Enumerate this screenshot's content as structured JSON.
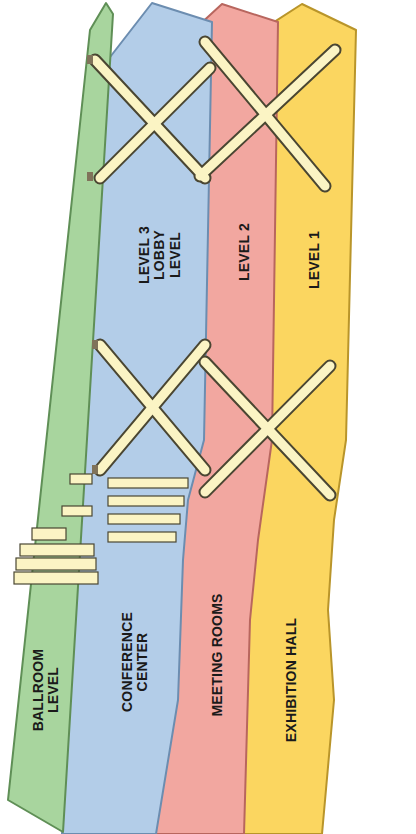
{
  "diagram": {
    "nodes": [
      {
        "text": [
          "BALLROOM LEVEL"
        ]
      },
      {
        "text": [
          "LEVEL 3 LOBBY LEVEL",
          "CONFERENCE CENTER"
        ]
      },
      {
        "text": [
          "LEVEL 2",
          "MEETING ROOMS"
        ]
      },
      {
        "text": [
          "LEVEL 1",
          "EXHIBITION HALL"
        ]
      }
    ]
  }
}
